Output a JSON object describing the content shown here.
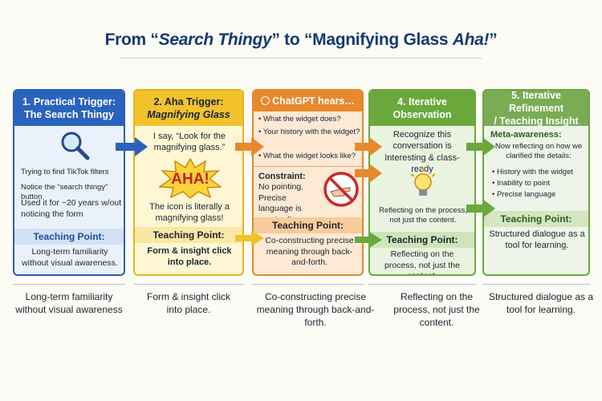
{
  "title": {
    "prefix": "From  “",
    "a": "Search Thingy",
    "mid": "” to “",
    "b": "Magnifying Glass ",
    "c": "Aha!",
    "suffix": "”"
  },
  "panels": [
    {
      "header": [
        "1. Practical Trigger:",
        "The Search Thingy"
      ],
      "lines": [
        "Trying to find TikTok filters",
        "Notice the “search thingy” button",
        "Used it for ~20 years w/out noticing the form"
      ],
      "teaching_label": "Teaching Point:",
      "teaching_text": "Long-term familiarity without visual awareness."
    },
    {
      "header": [
        "2. Aha Trigger:",
        "Magnifying Glass"
      ],
      "quote": "I say, “Look for the magnifying glass.”",
      "aha": "AHA!",
      "icon_text": "The icon is literally a magnifying glass!",
      "teaching_label": "Teaching Point:",
      "teaching_text": "Form & insight click into place."
    },
    {
      "header": "ChatGPT hears…",
      "questions": [
        "What the widget does?",
        "Your history with the widget?",
        "What the widget looks like?"
      ],
      "constraint_label": "Constraint:",
      "constraint_text": "No pointing. Precise language is required!",
      "teaching_label": "Teaching Point:",
      "teaching_text": "Co-constructing precise meaning through back-and-forth."
    },
    {
      "header": [
        "4. Iterative",
        "Observation"
      ],
      "recognize": "Recognize this conversation is Interesting & class-ready",
      "reflect": "Reflecting on the process, not just the content.",
      "teaching_label": "Teaching Point:",
      "teaching_text": "Reflecting on the process, not just the content."
    },
    {
      "header": [
        "5. Iterative Refinement",
        "/ Teaching Insight"
      ],
      "meta_label": "Meta-awareness:",
      "meta_text": "Now reflecting on how we clarified the details:",
      "bullets": [
        "History with the widget",
        "Inability to point",
        "Precise language"
      ],
      "teaching_label": "Teaching Point:",
      "teaching_text": "Structured dialogue as a tool for learning."
    }
  ],
  "bottom": [
    "Long-term familiarity without visual awareness",
    "Form & insight click into place.",
    "Co-constructing precise meaning through back-and-forth.",
    "Reflecting on the process, not just the content.",
    "Structured dialogue as a tool for learning."
  ],
  "colors": {
    "blue": "#2a63be",
    "yellow": "#f1c22c",
    "orange": "#e9882d",
    "green": "#6aa83c"
  },
  "icons": [
    "magnifying-glass-icon",
    "aha-burst-icon",
    "no-pointing-icon",
    "lightbulb-icon"
  ]
}
